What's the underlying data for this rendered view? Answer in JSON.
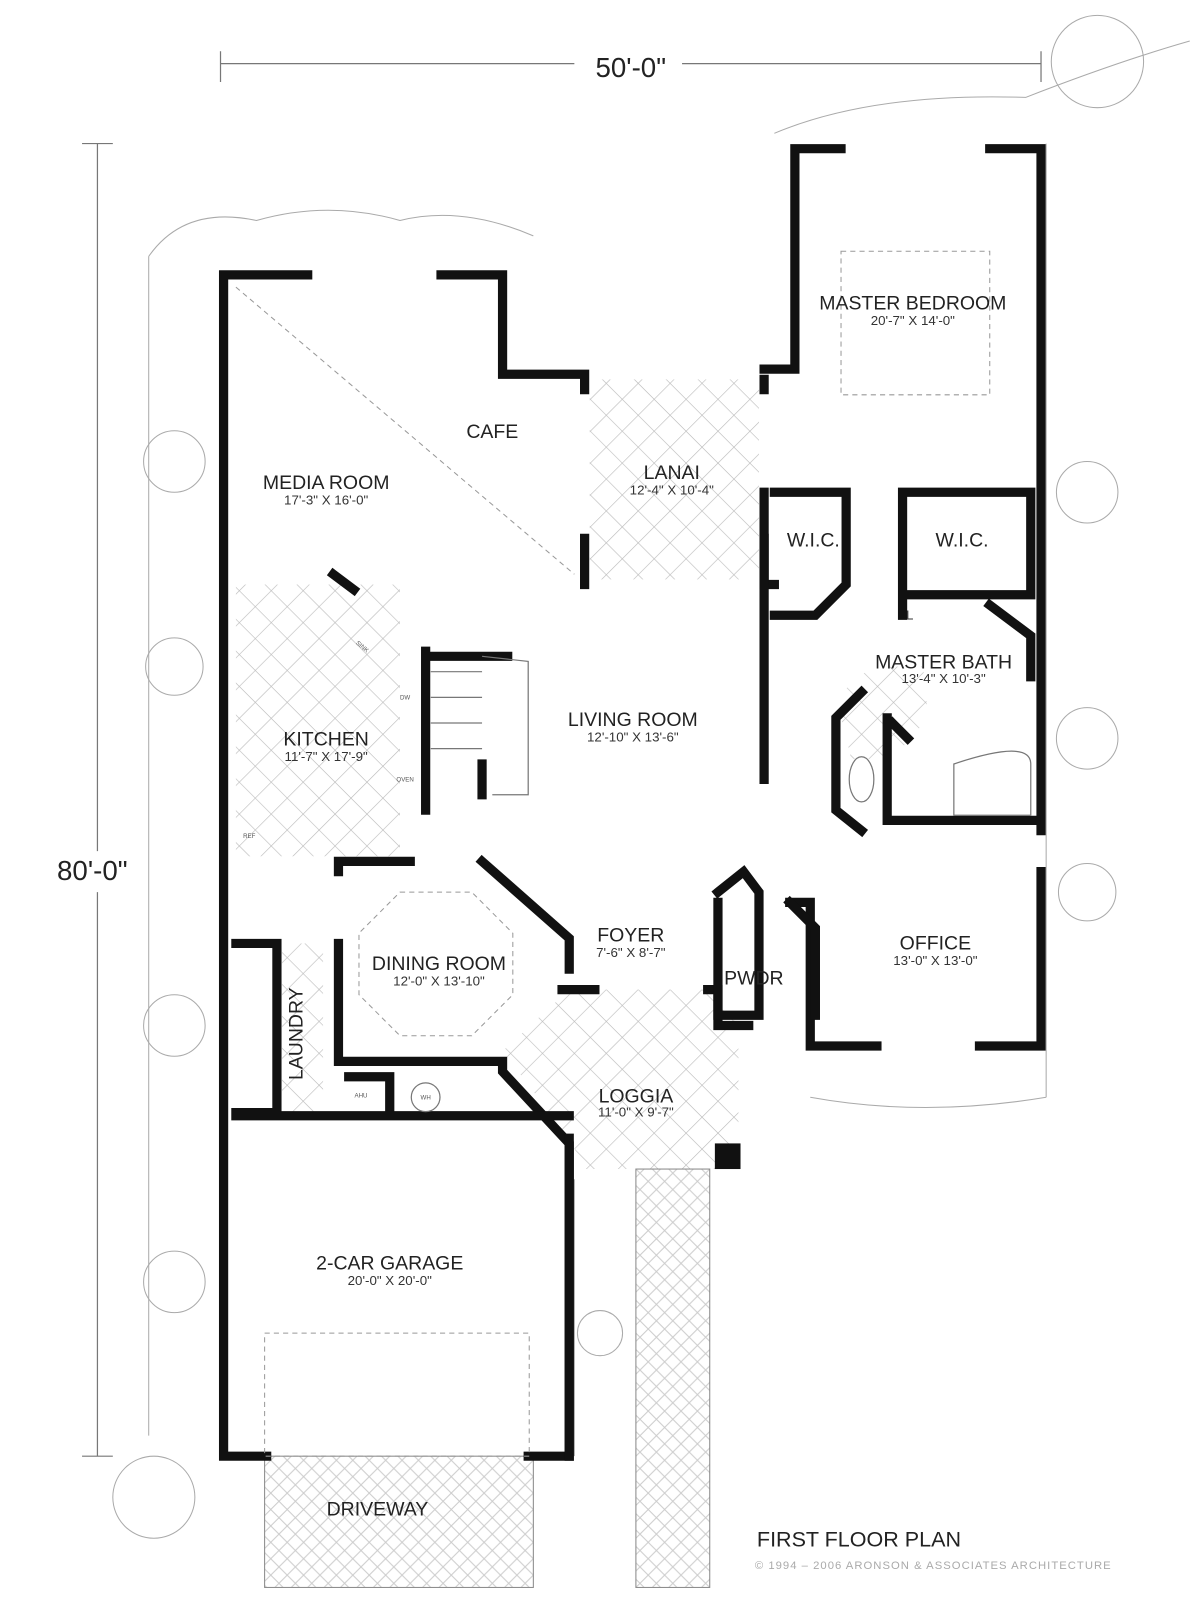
{
  "title": "FIRST FLOOR PLAN",
  "copyright": "© 1994 – 2006 ARONSON & ASSOCIATES ARCHITECTURE",
  "dimensions": {
    "width": "50'-0\"",
    "depth": "80'-0\""
  },
  "rooms": {
    "master_bedroom": {
      "name": "MASTER BEDROOM",
      "size": "20'-7\" X 14'-0\""
    },
    "cafe": {
      "name": "CAFE"
    },
    "media_room": {
      "name": "MEDIA ROOM",
      "size": "17'-3\" X 16'-0\""
    },
    "lanai": {
      "name": "LANAI",
      "size": "12'-4\" X 10'-4\""
    },
    "wic1": {
      "name": "W.I.C."
    },
    "wic2": {
      "name": "W.I.C."
    },
    "master_bath": {
      "name": "MASTER BATH",
      "size": "13'-4\" X 10'-3\""
    },
    "living_room": {
      "name": "LIVING ROOM",
      "size": "12'-10\" X 13'-6\""
    },
    "kitchen": {
      "name": "KITCHEN",
      "size": "11'-7\" X 17'-9\""
    },
    "foyer": {
      "name": "FOYER",
      "size": "7'-6\" X 8'-7\""
    },
    "pwdr": {
      "name": "PWDR"
    },
    "office": {
      "name": "OFFICE",
      "size": "13'-0\" X 13'-0\""
    },
    "dining_room": {
      "name": "DINING ROOM",
      "size": "12'-0\" X 13'-10\""
    },
    "laundry": {
      "name": "LAUNDRY"
    },
    "loggia": {
      "name": "LOGGIA",
      "size": "11'-0\" X 9'-7\""
    },
    "garage": {
      "name": "2-CAR GARAGE",
      "size": "20'-0\" X 20'-0\""
    },
    "driveway": {
      "name": "DRIVEWAY"
    }
  },
  "fixtures": {
    "dw": "DW",
    "oven": "OVEN",
    "ref": "REF",
    "ahu": "AHU",
    "wh": "WH",
    "sink": "SINK",
    "l": "L"
  }
}
